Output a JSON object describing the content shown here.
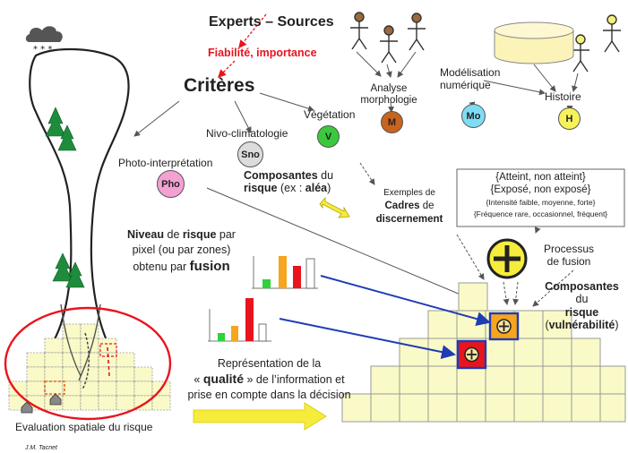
{
  "title": "Experts – Sources",
  "reliability": "Fiabilité, importance",
  "criteria": "Critères",
  "sources": {
    "morpho": {
      "label": "Analyse morphologie",
      "line1": "Analyse",
      "line2": "morphologie",
      "badge": "M",
      "color": "#c8641e"
    },
    "numeric": {
      "label": "Modélisation numérique",
      "line1": "Modélisation",
      "line2": "numérique",
      "badge": "Mo",
      "color": "#7fdcf5"
    },
    "history": {
      "label": "Histoire",
      "badge": "H",
      "color": "#f6f25a"
    },
    "vegetation": {
      "label": "Végétation",
      "badge": "V",
      "color": "#3cc83c"
    },
    "nivo": {
      "label": "Nivo-climatologie",
      "badge": "Sno",
      "color": "#dcdcdc"
    },
    "photo": {
      "label": "Photo-interprétation",
      "badge": "Pho",
      "color": "#f5a0d2"
    }
  },
  "components": {
    "w1": "Composantes",
    "w2": "du",
    "w3": "risque (ex :",
    "w4": "aléa",
    "w5": ")"
  },
  "frames": {
    "l1": "Exemples de",
    "l2a": "Cadres",
    "l2b": "de",
    "l3": "discernement"
  },
  "criteria_box": {
    "line1": "{Atteint, non atteint}",
    "line2": "{Exposé, non exposé}",
    "line3": "{Intensité faible,  moyenne, forte}",
    "line4": "{Fréquence rare, occasionnel, fréquent}"
  },
  "fusion_process": {
    "l1": "Processus",
    "l2": "de fusion"
  },
  "vulnerability": {
    "l1": "Composantes",
    "l2": "du",
    "l3": "risque",
    "l4a": "(",
    "l4b": "vulnérabilité",
    "l4c": ")"
  },
  "risk_level": {
    "l1a": "Niveau",
    "l1b": "de",
    "l1c": "risque",
    "l1d": "par",
    "l2": "pixel (ou par zones)",
    "l3a": "obtenu par",
    "l3b": "fusion"
  },
  "quality": {
    "l1": "Représentation de la",
    "l2a": "«",
    "l2b": "qualité",
    "l2c": "» de l’information et",
    "l3": "prise en compte dans la décision"
  },
  "spatial_eval": "Evaluation spatiale du risque",
  "author": "J.M. Tacnet",
  "colors": {
    "red_accent": "#e8141e",
    "arrow_blue": "#1e3cb4",
    "cell_fill": "#fafac8",
    "arrow_yellow": "#f5ec3c",
    "tree": "#1e8c3c"
  }
}
